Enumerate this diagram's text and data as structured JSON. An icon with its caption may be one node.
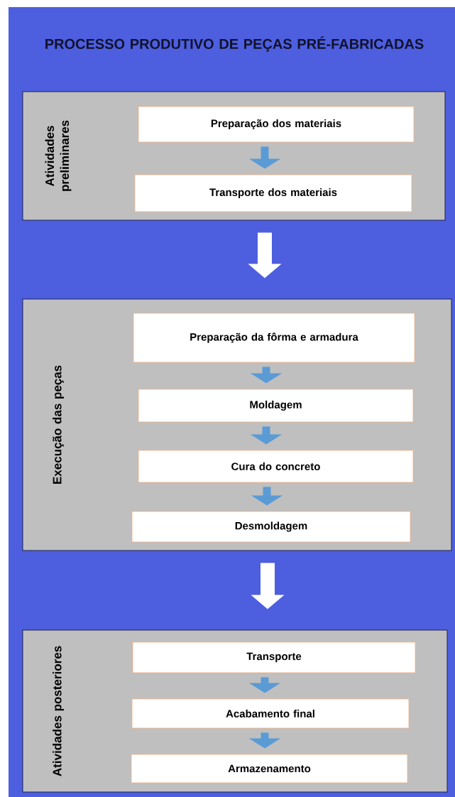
{
  "diagram": {
    "title": "PROCESSO PRODUTIVO DE PEÇAS PRÉ-FABRICADAS",
    "nodes": [
      {
        "text": [
          "Atividades preliminares"
        ]
      },
      {
        "text": [
          "Preparação dos materiais"
        ],
        "in": 0
      },
      {
        "text": [
          "Transporte dos materiais"
        ],
        "in": 0
      },
      {
        "text": [
          "Execução das peças"
        ]
      },
      {
        "text": [
          "Preparação da fôrma e armadura"
        ],
        "in": 3
      },
      {
        "text": [
          "Moldagem"
        ],
        "in": 3
      },
      {
        "text": [
          "Cura do concreto"
        ],
        "in": 3
      },
      {
        "text": [
          "Desmoldagem"
        ],
        "in": 3
      },
      {
        "text": [
          "Atividades posteriores"
        ]
      },
      {
        "text": [
          "Transporte"
        ],
        "in": 8
      },
      {
        "text": [
          "Acabamento final"
        ],
        "in": 8
      },
      {
        "text": [
          "Armazenamento"
        ],
        "in": 8
      }
    ],
    "edges": [
      {
        "from": 1,
        "to": 2,
        "arrow": "to"
      },
      {
        "from": 0,
        "to": 3,
        "arrow": "to",
        "style": "thick",
        "color": "#ffffff"
      },
      {
        "from": 4,
        "to": 5,
        "arrow": "to"
      },
      {
        "from": 5,
        "to": 6,
        "arrow": "to"
      },
      {
        "from": 6,
        "to": 7,
        "arrow": "to"
      },
      {
        "from": 3,
        "to": 8,
        "arrow": "to",
        "style": "thick",
        "color": "#ffffff"
      },
      {
        "from": 9,
        "to": 10,
        "arrow": "to"
      },
      {
        "from": 10,
        "to": 11,
        "arrow": "to"
      }
    ]
  }
}
